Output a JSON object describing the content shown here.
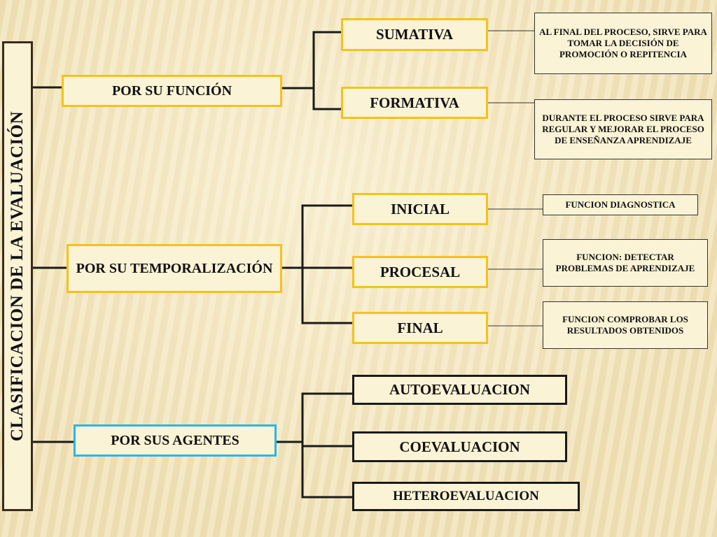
{
  "title": "CLASIFICACION DE LA EVALUACIÓN",
  "groups": [
    {
      "label": "POR SU FUNCIÓN",
      "children": [
        {
          "label": "SUMATIVA",
          "desc": "AL FINAL DEL PROCESO, SIRVE PARA TOMAR LA DECISIÓN DE PROMOCIÓN O REPITENCIA"
        },
        {
          "label": "FORMATIVA",
          "desc": "DURANTE EL PROCESO SIRVE PARA REGULAR Y MEJORAR EL PROCESO DE ENSEÑANZA APRENDIZAJE"
        }
      ]
    },
    {
      "label": "POR SU TEMPORALIZACIÓN",
      "children": [
        {
          "label": "INICIAL",
          "desc": "FUNCION DIAGNOSTICA"
        },
        {
          "label": "PROCESAL",
          "desc": "FUNCION: DETECTAR PROBLEMAS DE APRENDIZAJE"
        },
        {
          "label": "FINAL",
          "desc": "FUNCION COMPROBAR LOS RESULTADOS OBTENIDOS"
        }
      ]
    },
    {
      "label": "POR SUS AGENTES",
      "children": [
        {
          "label": "AUTOEVALUACION"
        },
        {
          "label": "COEVALUACION"
        },
        {
          "label": "HETEROEVALUACION"
        }
      ]
    }
  ]
}
